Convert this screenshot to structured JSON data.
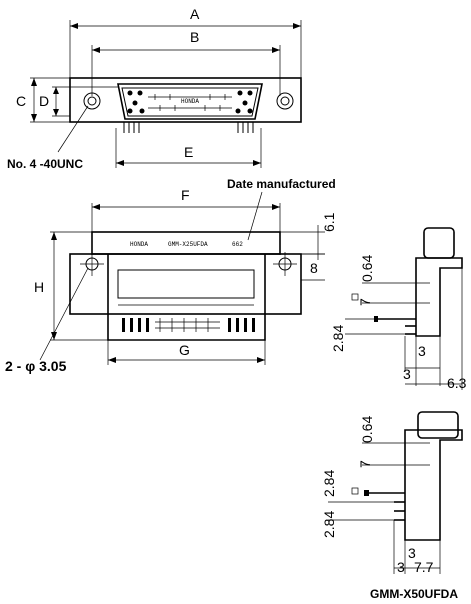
{
  "labels": {
    "A": "A",
    "B": "B",
    "C": "C",
    "D": "D",
    "E": "E",
    "F": "F",
    "G": "G",
    "H": "H"
  },
  "notes": {
    "screw_thread": "No. 4 -40UNC",
    "date_manufactured": "Date manufactured",
    "holes": "2 - φ 3.05"
  },
  "marking": {
    "brand": "HONDA",
    "model": "GMM-X25UFDA",
    "date_code": "662",
    "shell_brand": "HONDA"
  },
  "dimensions": {
    "top_gap": "6.1",
    "flange_offset": "8",
    "side1_064": "0.64",
    "side1_7": "7",
    "side1_284": "2.84",
    "side1_3a": "3",
    "side1_3b": "3",
    "side1_63": "6.3",
    "side2_064": "0.64",
    "side2_7": "7",
    "side2_284a": "2.84",
    "side2_284b": "2.84",
    "side2_3a": "3",
    "side2_3b": "3",
    "side2_77": "7.7"
  },
  "part_number": "GMM-X50UFDA"
}
